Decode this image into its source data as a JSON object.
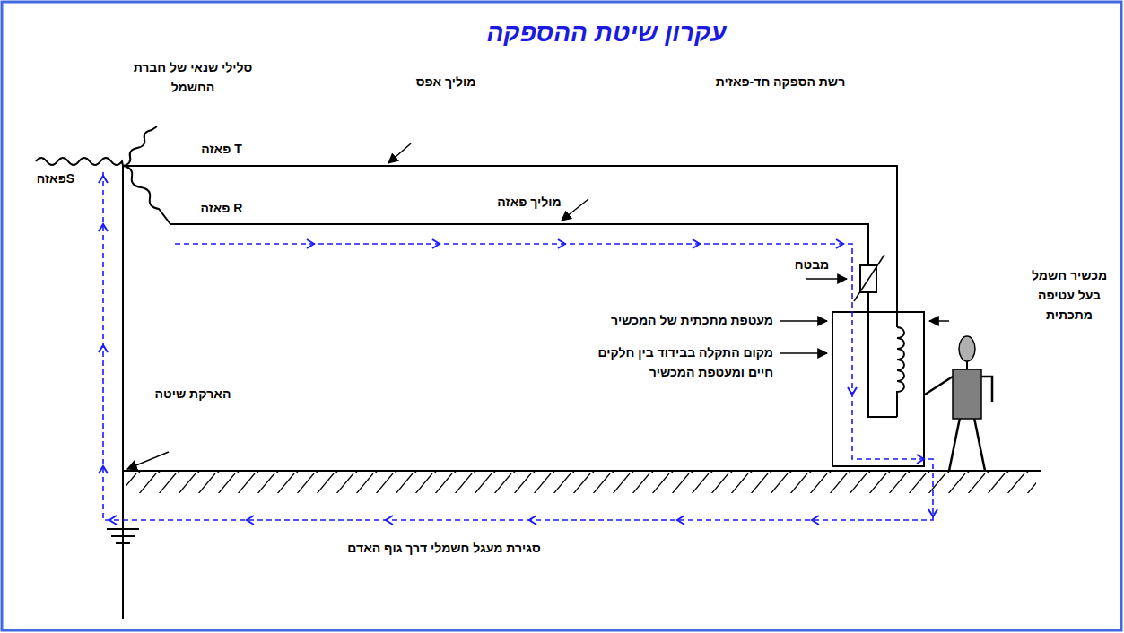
{
  "diagram": {
    "title": "עקרון שיטת ההספקה",
    "labels": [
      "סלילי שנאי של חברת החשמל",
      "רשת הספקה חד-פאזית",
      "מוליך אפס",
      "פאזה T",
      "פאזהS",
      "פאזה R",
      "מוליך פאזה",
      "מבטח",
      "מכשיר חשמל בעל עטיפה מתכתית",
      "מעטפת מתכתית של המכשיר",
      "מקום התקלה בבידוד בין חלקים חיים ומעטפת המכשיר",
      "הארקת שיטה",
      "סגירת מעגל חשמלי דרך גוף האדם"
    ]
  }
}
